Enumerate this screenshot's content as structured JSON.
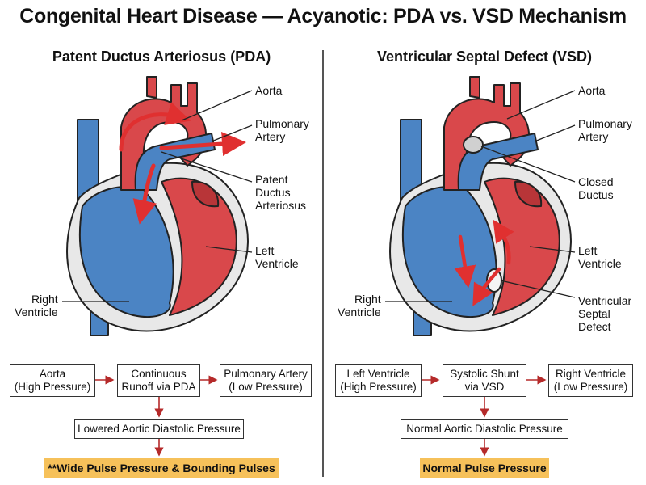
{
  "title": "Congenital Heart Disease — Acyanotic: PDA vs. VSD Mechanism",
  "colors": {
    "oxygenated": "#d9484b",
    "deoxygenated": "#4b84c4",
    "outline": "#222222",
    "shunt_arrow": "#e03030",
    "outcome_highlight": "#f6c15a"
  },
  "pda": {
    "heading": "Patent Ductus Arteriosus (PDA)",
    "labels": {
      "aorta": "Aorta",
      "pulmonary_artery": [
        "Pulmonary",
        "Artery"
      ],
      "ductus": [
        "Patent",
        "Ductus",
        "Arteriosus"
      ],
      "left_ventricle": [
        "Left",
        "Ventricle"
      ],
      "right_ventricle": [
        "Right",
        "Ventricle"
      ]
    },
    "flow": {
      "source": [
        "Aorta",
        "(High Pressure)"
      ],
      "mechanism": [
        "Continuous",
        "Runoff via PDA"
      ],
      "target": [
        "Pulmonary Artery",
        "(Low Pressure)"
      ],
      "effect": "Lowered Aortic Diastolic Pressure",
      "outcome": "**Wide Pulse Pressure & Bounding Pulses"
    }
  },
  "vsd": {
    "heading": "Ventricular Septal Defect (VSD)",
    "labels": {
      "aorta": "Aorta",
      "pulmonary_artery": [
        "Pulmonary",
        "Artery"
      ],
      "ductus": [
        "Closed",
        "Ductus"
      ],
      "left_ventricle": [
        "Left",
        "Ventricle"
      ],
      "right_ventricle": [
        "Right",
        "Ventricle"
      ],
      "defect": [
        "Ventricular",
        "Septal",
        "Defect"
      ]
    },
    "flow": {
      "source": [
        "Left Ventricle",
        "(High Pressure)"
      ],
      "mechanism": [
        "Systolic Shunt",
        "via VSD"
      ],
      "target": [
        "Right Ventricle",
        "(Low Pressure)"
      ],
      "effect": "Normal Aortic Diastolic Pressure",
      "outcome": "Normal Pulse Pressure"
    }
  }
}
